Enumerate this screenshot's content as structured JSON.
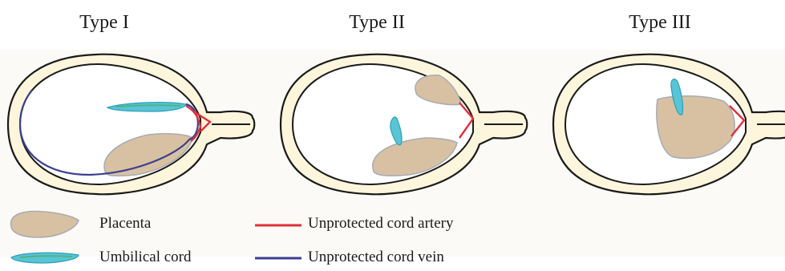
{
  "panels": [
    {
      "title": "Type I"
    },
    {
      "title": "Type II"
    },
    {
      "title": "Type III"
    }
  ],
  "legend": {
    "placenta": "Placenta",
    "umbilical_cord": "Umbilical cord",
    "artery": "Unprotected cord artery",
    "vein": "Unprotected cord vein"
  },
  "colors": {
    "shell_fill": "#fdf6dc",
    "outline": "#1a1a1a",
    "placenta": "#d8c1a2",
    "placenta_edge": "#a7abb5",
    "cord": "#59c4d6",
    "cord_edge": "#2aa0b8",
    "cord_core": "#4fb386",
    "artery": "#e0303a",
    "vein": "#3c3f91"
  },
  "icons": [
    "placenta-icon",
    "umbilical-cord-icon",
    "artery-line-icon",
    "vein-line-icon"
  ]
}
